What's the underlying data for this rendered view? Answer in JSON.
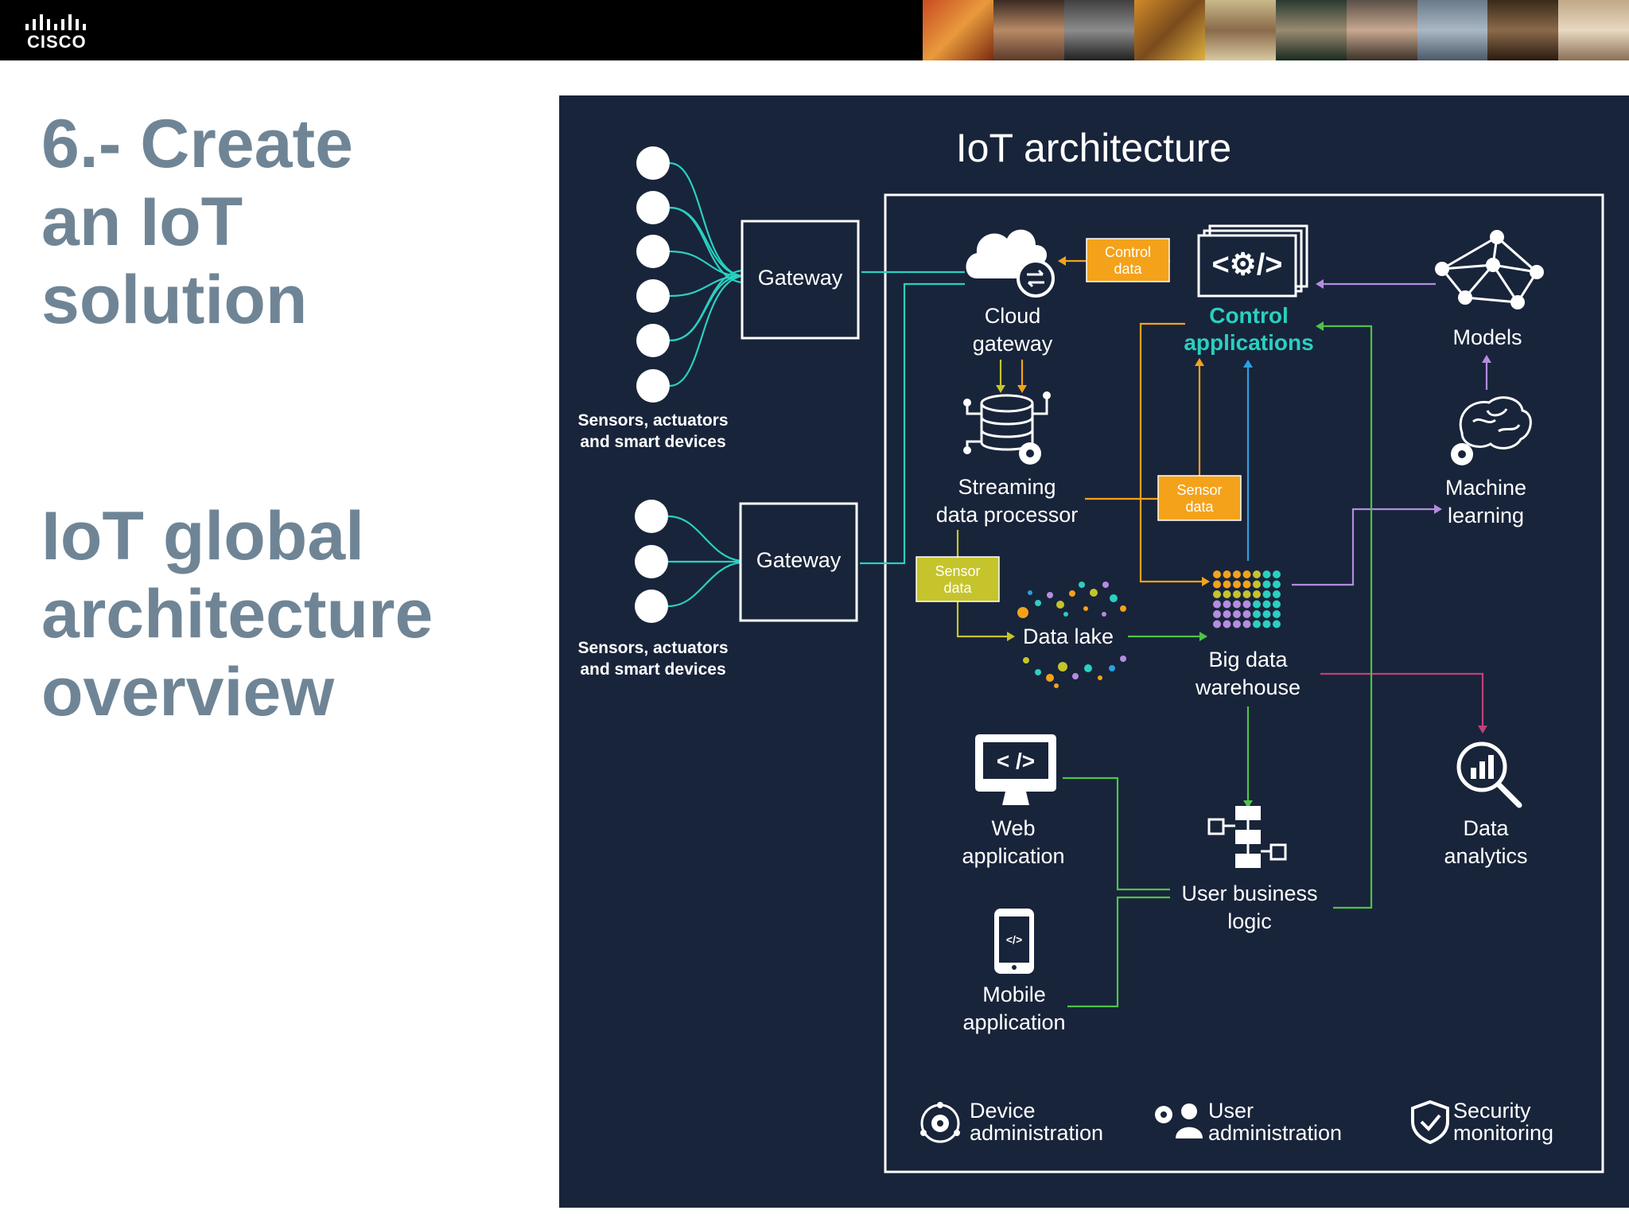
{
  "header": {
    "logo_text": "CISCO"
  },
  "slide": {
    "title_lines": [
      "6.- Create",
      "an IoT",
      "solution"
    ],
    "subtitle_lines": [
      "IoT global",
      "architecture",
      "overview"
    ]
  },
  "diagram": {
    "title": "IoT architecture",
    "devices_label_line1": "Sensors, actuators",
    "devices_label_line2": "and smart devices",
    "gateway_label": "Gateway",
    "cloud_gateway": [
      "Cloud",
      "gateway"
    ],
    "control_data_tag": [
      "Control",
      "data"
    ],
    "control_applications": [
      "Control",
      "applications"
    ],
    "models": "Models",
    "streaming": [
      "Streaming",
      "data processor"
    ],
    "sensor_data_tag": [
      "Sensor",
      "data"
    ],
    "machine_learning": [
      "Machine",
      "learning"
    ],
    "data_lake": "Data lake",
    "big_data": [
      "Big data",
      "warehouse"
    ],
    "web_application": [
      "Web",
      "application"
    ],
    "mobile_application": [
      "Mobile",
      "application"
    ],
    "user_business_logic": [
      "User business",
      "logic"
    ],
    "data_analytics": [
      "Data",
      "analytics"
    ],
    "device_admin": [
      "Device",
      "administration"
    ],
    "user_admin": [
      "User",
      "administration"
    ],
    "security": [
      "Security",
      "monitoring"
    ]
  },
  "colors": {
    "panel_bg": "#18243a",
    "title_gray": "#6f8596",
    "teal": "#2ad0c0",
    "orange": "#f4a21a",
    "olive": "#c6c42c",
    "blue": "#2e9fe0",
    "green": "#4fc24a",
    "lavender": "#b48ce0",
    "magenta": "#c0407a"
  }
}
